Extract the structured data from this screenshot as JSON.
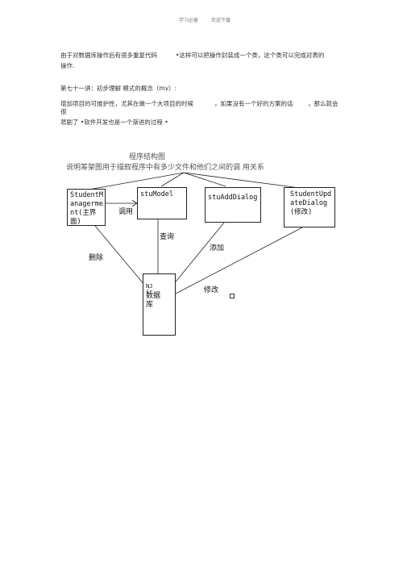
{
  "header": {
    "left": "学习必备",
    "right": "欢迎下载"
  },
  "intro": {
    "line1a": "由于对数据库操作后有很多重复代码",
    "line1b": "•这样可以把操作封装成一个类，这个类可以完成对表的",
    "line2": "操作."
  },
  "lecture": {
    "title": "第七十一讲：初步理解 模式的概念（mv）:",
    "line1a": "增加项目的可维护性，尤其在做一个大项目的时候",
    "line1b": "，如果没有一个好的方案的话",
    "line1c": "，那么就会",
    "line1d": "很",
    "line2": "悲剧了 •软件开发也是一个渐进的过程  •"
  },
  "figure": {
    "title": "程序结构图",
    "subtitle": "说明筹架图用于描叙程序中有多少文件和他们之间的调  用关系",
    "boxes": {
      "student_management": "StudentM\nanagerme\nnt(主界\n面)",
      "stu_model": "stuModel",
      "stu_add_dialog": "stuAddDialog",
      "student_update_dialog": "StudentUpd\nateDialog\n(修改)",
      "database": "数据\n库"
    },
    "database_overlay": "NJ\n(r",
    "labels": {
      "call": "调用",
      "query": "查询",
      "delete": "删除",
      "add": "添加",
      "modify": "修改"
    }
  }
}
